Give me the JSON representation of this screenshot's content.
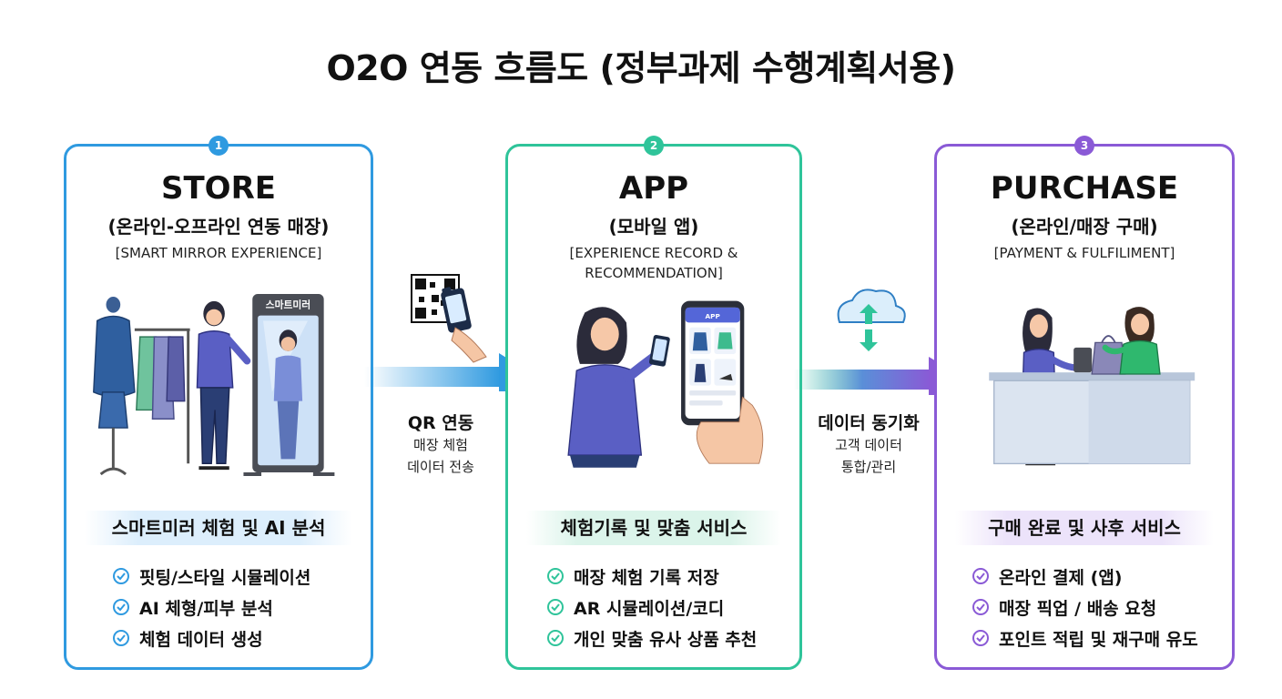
{
  "title": "O2O 연동 흐름도 (정부과제 수행계획서용)",
  "colors": {
    "store": "#2f9ae0",
    "app": "#2fc49a",
    "purchase": "#8a5ad6"
  },
  "steps": [
    {
      "number": "1",
      "title": "STORE",
      "subtitle": "(온라인-오프라인 연동 매장)",
      "tag": "[SMART MIRROR EXPERIENCE]",
      "mirror_label": "스마트미러",
      "band": "스마트미러 체험 및 AI 분석",
      "items": [
        "핏팅/스타일 시뮬레이션",
        "AI 체형/피부 분석",
        "체험 데이터 생성"
      ]
    },
    {
      "number": "2",
      "title": "APP",
      "subtitle": "(모바일 앱)",
      "tag_line1": "[EXPERIENCE RECORD &",
      "tag_line2": "RECOMMENDATION]",
      "phone_label": "APP",
      "band": "체험기록 및 맞춤 서비스",
      "items": [
        "매장 체험 기록 저장",
        "AR 시뮬레이션/코디",
        "개인 맞춤 유사 상품 추천"
      ]
    },
    {
      "number": "3",
      "title": "PURCHASE",
      "subtitle": "(온라인/매장 구매)",
      "tag": "[PAYMENT & FULFILIMENT]",
      "band": "구매 완료 및 사후 서비스",
      "items": [
        "온라인 결제 (앱)",
        "매장 픽업 / 배송 요청",
        "포인트 적립 및 재구매 유도"
      ]
    }
  ],
  "connectors": [
    {
      "label": "QR 연동",
      "detail_line1": "매장 체험",
      "detail_line2": "데이터 전송",
      "icon": "qr-phone-icon"
    },
    {
      "label": "데이터 동기화",
      "detail_line1": "고객 데이터",
      "detail_line2": "통합/관리",
      "icon": "cloud-sync-icon"
    }
  ]
}
